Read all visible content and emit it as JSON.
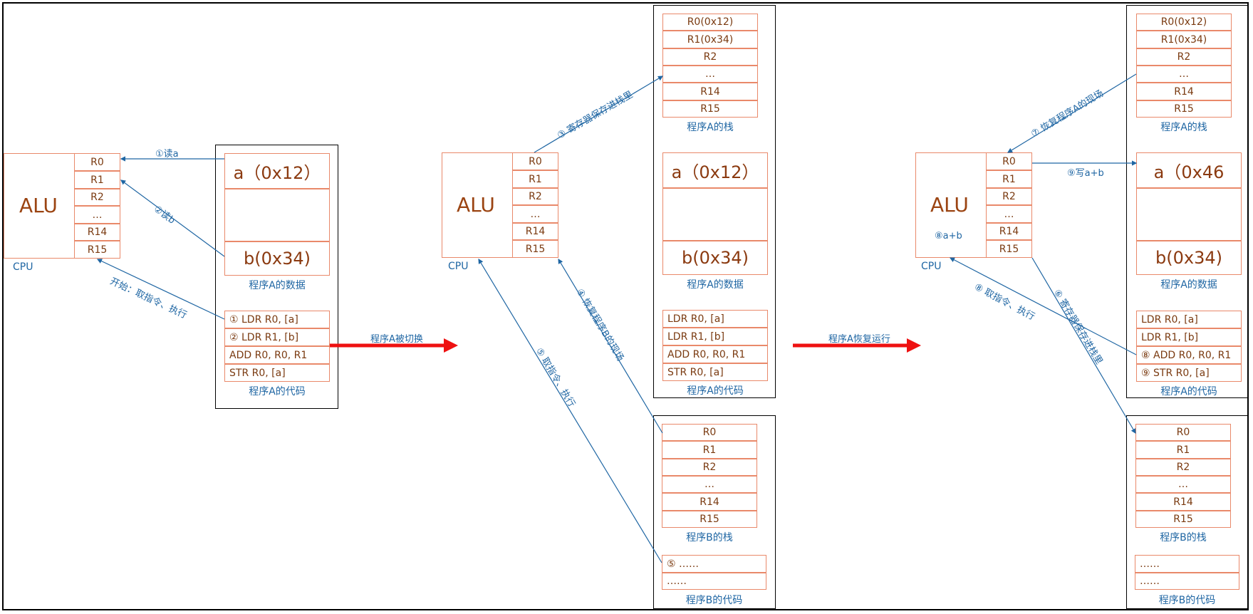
{
  "alu": "ALU",
  "cpu": "CPU",
  "regs": [
    "R0",
    "R1",
    "R2",
    "…",
    "R14",
    "R15"
  ],
  "stackA": [
    "R0(0x12)",
    "R1(0x34)",
    "R2",
    "…",
    "R14",
    "R15"
  ],
  "stackB": [
    "R0",
    "R1",
    "R2",
    "…",
    "R14",
    "R15"
  ],
  "stackA_caption": "程序A的栈",
  "stackB_caption": "程序B的栈",
  "dataA_caption": "程序A的数据",
  "codeA_caption": "程序A的代码",
  "codeB_caption": "程序B的代码",
  "dataA": {
    "a": "a（0x12）",
    "b": "b(0x34)",
    "a_new": "a（0x46"
  },
  "codeA_panel1": [
    "① LDR  R0, [a]",
    "② LDR  R1, [b]",
    "ADD R0, R0, R1",
    "STR R0, [a]"
  ],
  "codeA_panel2": [
    "LDR  R0, [a]",
    "LDR  R1, [b]",
    "ADD R0, R0, R1",
    "STR R0, [a]"
  ],
  "codeA_panel3": [
    "LDR  R0, [a]",
    "LDR  R1, [b]",
    "⑧ ADD R0, R0, R1",
    "⑨ STR R0, [a]"
  ],
  "codeB_panel2": [
    "⑤ ……",
    "……"
  ],
  "codeB_panel3": [
    "……",
    "……"
  ],
  "arrows": {
    "read_a": "①读a",
    "read_b": "②读b",
    "start": "开始：取指令、执行",
    "switched": "程序A被切换",
    "resumed": "程序A恢复运行",
    "save_regs": "③ 寄存器保存进栈里",
    "restore_b": "④ 恢复程序B的现场",
    "fetch_b": "⑤ 取指令、执行",
    "restore_a": "⑦ 恢复程序A的现场",
    "save_regs_b": "⑥ 寄存器保存进栈里",
    "fetch_a": "⑧ 取指令、执行",
    "write_ab": "⑨写a+b",
    "alu_sum": "⑧a+b"
  },
  "colors": {
    "arrow": "#1f66a3",
    "cell_border": "#e9896a",
    "switch_arrow": "#ee1111"
  }
}
